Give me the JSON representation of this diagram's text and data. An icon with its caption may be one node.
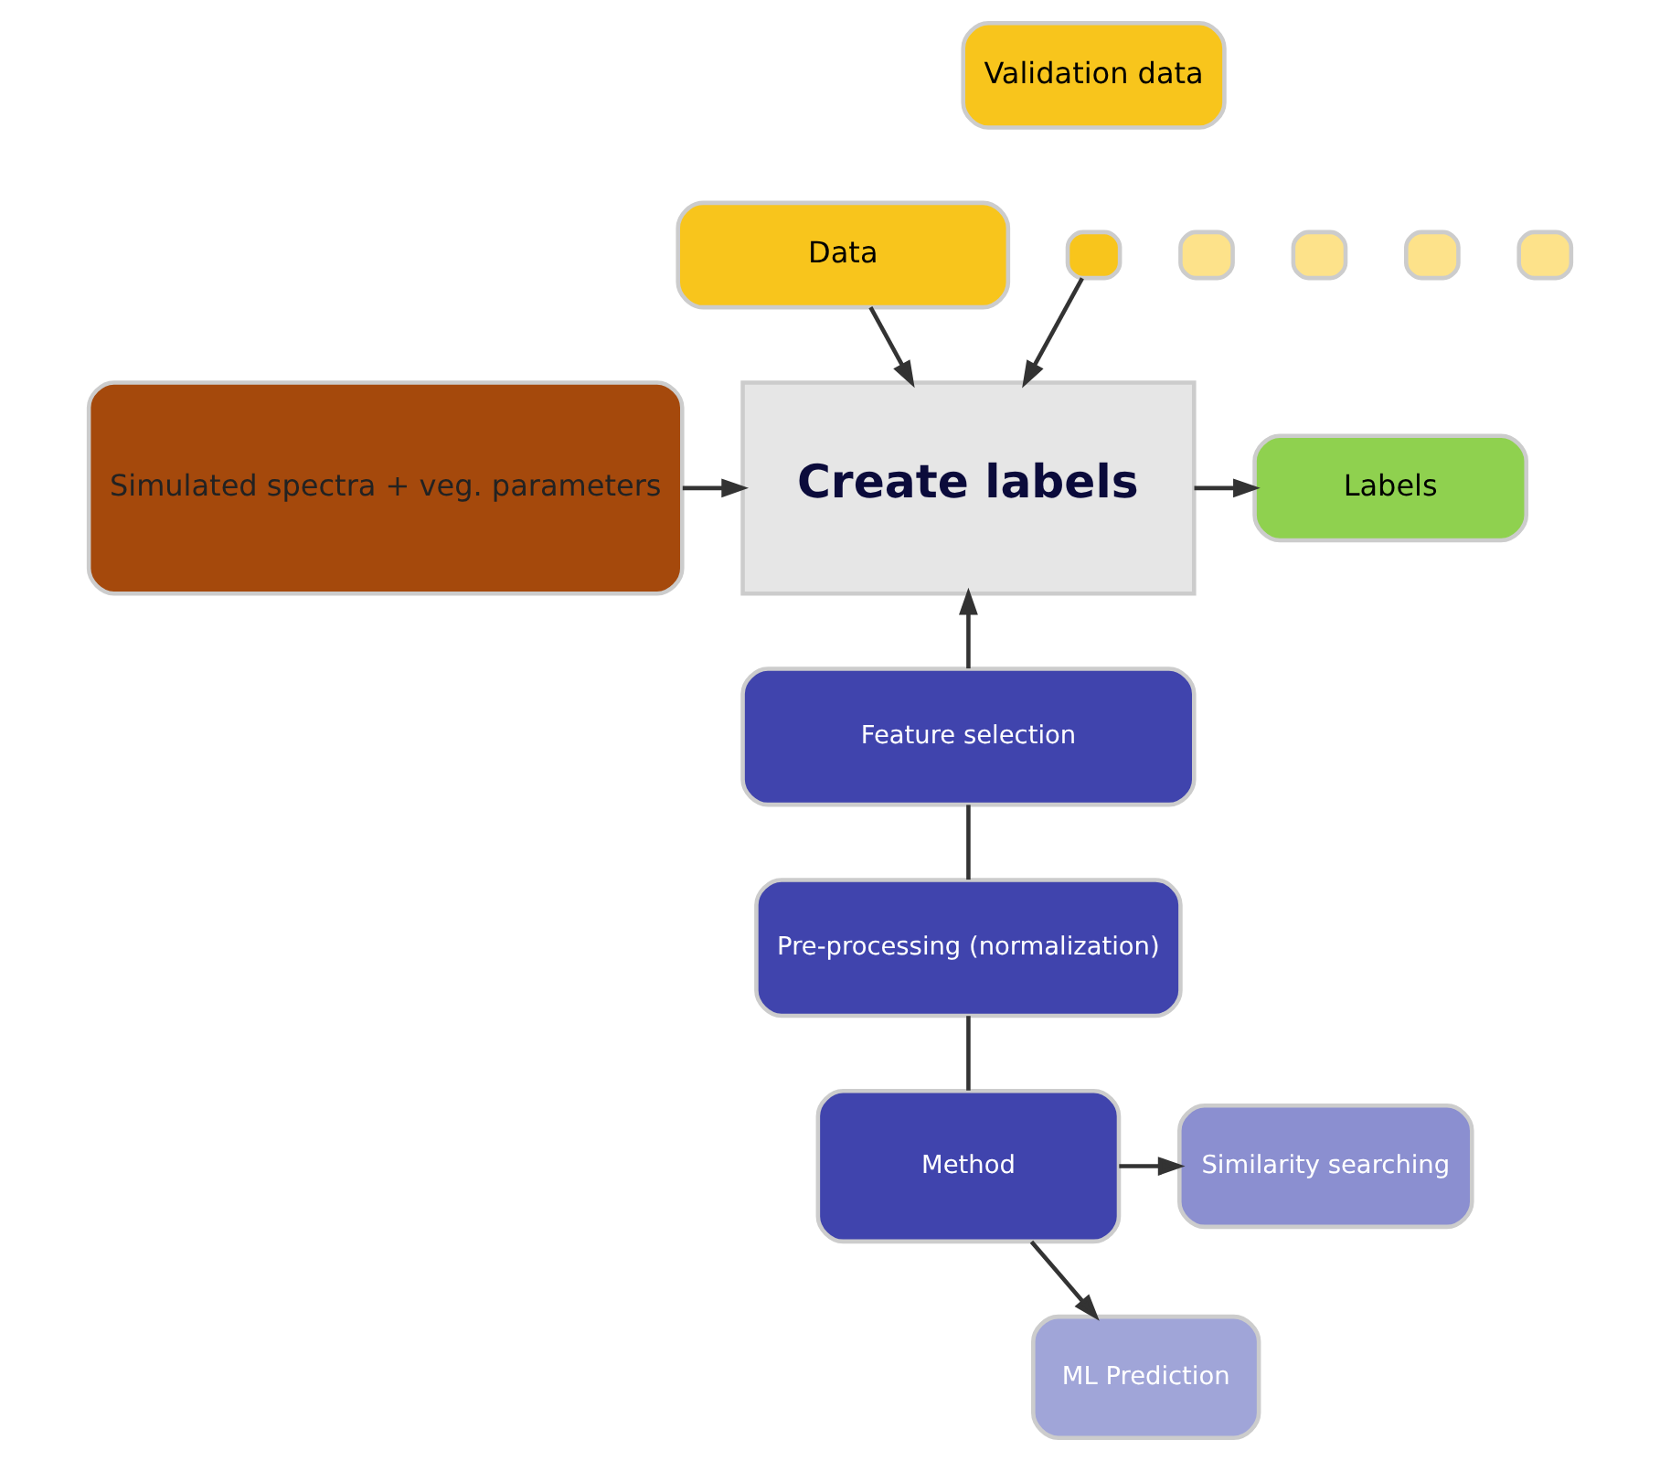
{
  "diagram": {
    "nodes": [
      {
        "text": [
          "Data"
        ]
      },
      {
        "text": [
          "Simulated spectra + veg. parameters"
        ]
      },
      {
        "text": [
          "Create labels"
        ]
      },
      {
        "text": [
          "Labels"
        ]
      },
      {
        "text": [
          "Validation data"
        ]
      },
      {
        "text": [],
        "shape": "box"
      },
      {
        "text": [],
        "shape": "box"
      },
      {
        "text": [],
        "shape": "box"
      },
      {
        "text": [],
        "shape": "box"
      },
      {
        "text": [],
        "shape": "box"
      },
      {
        "text": [
          "Feature selection"
        ]
      },
      {
        "text": [
          "Pre-processing (normalization)"
        ]
      },
      {
        "text": [
          "Method"
        ]
      },
      {
        "text": [
          "Similarity searching"
        ]
      },
      {
        "text": [
          "ML Prediction"
        ]
      }
    ],
    "edges": [
      {
        "from": 0,
        "to": 2,
        "arrow": "to"
      },
      {
        "from": 1,
        "to": 2,
        "arrow": "to"
      },
      {
        "from": 5,
        "to": 2,
        "arrow": "to"
      },
      {
        "from": 2,
        "to": 3,
        "arrow": "to"
      },
      {
        "from": 10,
        "to": 2,
        "arrow": "to"
      },
      {
        "from": 11,
        "to": 10,
        "arrow": "none"
      },
      {
        "from": 12,
        "to": 11,
        "arrow": "none"
      },
      {
        "from": 12,
        "to": 13,
        "arrow": "to"
      },
      {
        "from": 12,
        "to": 14,
        "arrow": "to"
      }
    ]
  }
}
